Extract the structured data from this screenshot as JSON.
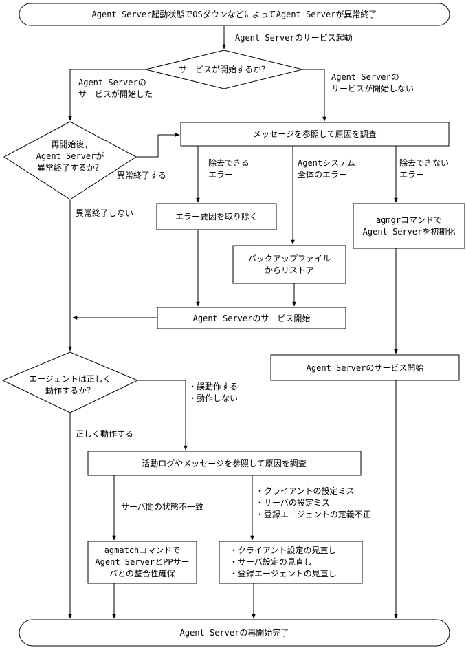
{
  "nodes": {
    "start": "Agent Server起動状態でOSダウンなどによってAgent Serverが異常終了",
    "q_service_start": "サービスが開始するか？",
    "q_abnormal": [
      "再開始後,",
      "Agent Serverが",
      "異常終了するか？"
    ],
    "investigate": "メッセージを参照して原因を調査",
    "remove_cause": "エラー要因を取り除く",
    "restore": [
      "バックアップファイル",
      "からリストア"
    ],
    "agmgr_init": [
      "agmgrコマンドで",
      "Agent Serverを初期化"
    ],
    "service_start_a": "Agent Serverのサービス開始",
    "service_start_b": "Agent Serverのサービス開始",
    "q_agent_ok": [
      "エージェントは正しく",
      "動作するか？"
    ],
    "investigate_log": "活動ログやメッセージを参照して原因を調査",
    "agmatch": [
      "agmatchコマンドで",
      "Agent ServerとPPサー",
      "バとの整合性確保"
    ],
    "review": [
      "・クライアント設定の見直し",
      "・サーバ設定の見直し",
      "・登録エージェントの見直し"
    ],
    "end": "Agent Serverの再開始完了"
  },
  "labels": {
    "service_start_action": "Agent Serverのサービス起動",
    "started": [
      "Agent Serverの",
      "サービスが開始した"
    ],
    "not_started": [
      "Agent Serverの",
      "サービスが開始しない"
    ],
    "abnormal_yes": "異常終了する",
    "abnormal_no": "異常終了しない",
    "removable": [
      "除去できる",
      "エラー"
    ],
    "system_wide": [
      "Agentシステム",
      "全体のエラー"
    ],
    "not_removable": [
      "除去できない",
      "エラー"
    ],
    "works_ok": "正しく動作する",
    "malfunction": [
      "・誤動作する",
      "・動作しない"
    ],
    "state_mismatch": "サーバ間の状態不一致",
    "config_errors": [
      "・クライアントの設定ミス",
      "・サーバの設定ミス",
      "・登録エージェントの定義不正"
    ]
  }
}
